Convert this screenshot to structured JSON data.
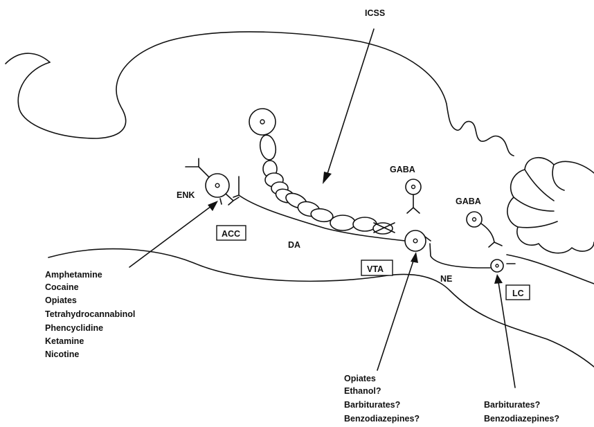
{
  "labels": {
    "icss": "ICSS",
    "enk": "ENK",
    "acc": "ACC",
    "da": "DA",
    "gaba_vta": "GABA",
    "vta": "VTA",
    "ne": "NE",
    "gaba_lc": "GABA",
    "lc": "LC"
  },
  "drug_lists": {
    "accumbens": [
      "Amphetamine",
      "Cocaine",
      "Opiates",
      "Tetrahydrocannabinol",
      "Phencyclidine",
      "Ketamine",
      "Nicotine"
    ],
    "vta": [
      "Opiates",
      "Ethanol?",
      "Barbiturates?",
      "Benzodiazepines?"
    ],
    "lc": [
      "Barbiturates?",
      "Benzodiazepines?"
    ]
  }
}
